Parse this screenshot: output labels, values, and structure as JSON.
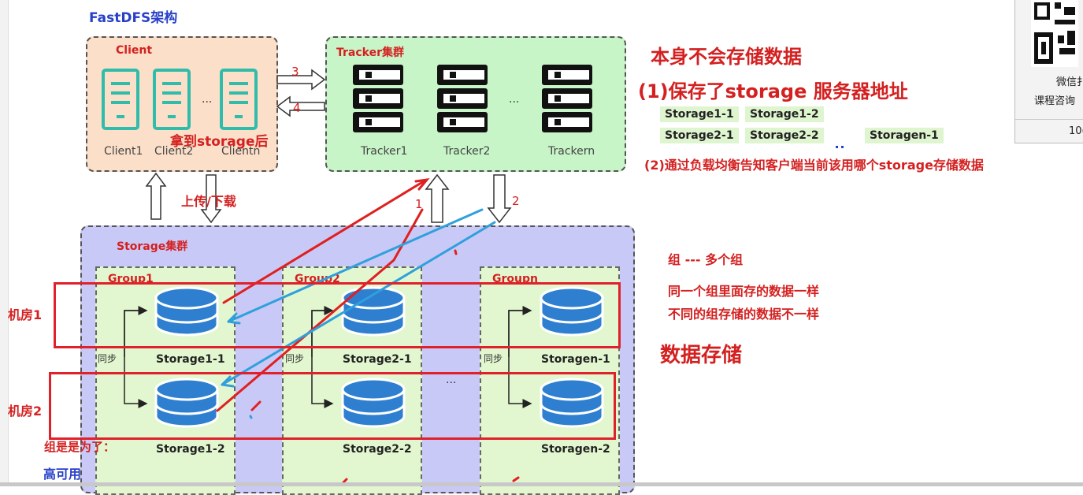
{
  "diagram": {
    "title": "FastDFS架构",
    "client": {
      "title": "Client",
      "nodes": [
        "Client1",
        "Client2",
        "Clientn"
      ],
      "ellipsis": "...",
      "annotation": "拿到storage后"
    },
    "tracker": {
      "title": "Tracker集群",
      "nodes": [
        "Tracker1",
        "Tracker2",
        "Trackern"
      ],
      "ellipsis": "..."
    },
    "arrows": {
      "step3": "3",
      "step4": "4",
      "step1": "1",
      "step2": "2",
      "upload_download": "上传/下载"
    },
    "storage": {
      "title": "Storage集群",
      "groups": [
        {
          "title": "Group1",
          "sync": "同步",
          "nodes": [
            "Storage1-1",
            "Storage1-2"
          ]
        },
        {
          "title": "Group2",
          "sync": "同步",
          "nodes": [
            "Storage2-1",
            "Storage2-2"
          ]
        },
        {
          "title": "Groupn",
          "sync": "同步",
          "nodes": [
            "Storagen-1",
            "Storagen-2"
          ]
        }
      ],
      "ellipsis": "..."
    },
    "rooms": {
      "room1": "机房1",
      "room2": "机房2"
    },
    "bottom_notes": {
      "purpose": "组是是为了：",
      "ha": "高可用"
    }
  },
  "notes": {
    "tracker_title": "本身不会存储数据",
    "tracker_point1": "(1)保存了storage 服务器地址",
    "tracker_point2": "(2)通过负载均衡告知客户端当前该用哪个storage存储数据",
    "storage_tags": [
      "Storage1-1",
      "Storage1-2",
      "Storage2-1",
      "Storage2-2",
      "Storagen-1"
    ],
    "group_line1": "组  --- 多个组",
    "group_line2": "同一个组里面存的数据一样",
    "group_line3": "不同的组存储的数据不一样",
    "data_storage": "数据存储"
  },
  "qr_panel": {
    "line1": "微信扌",
    "line2": "课程咨询",
    "zoom": "10("
  },
  "colors": {
    "client_bg": "#fbdfc8",
    "tracker_bg": "#c8f5c8",
    "storage_bg": "#c9c9f7",
    "group_bg": "#e2f7cf",
    "annotation_red": "#d42020",
    "annotation_blue": "#2fa0dc",
    "title_blue": "#2840c8"
  }
}
